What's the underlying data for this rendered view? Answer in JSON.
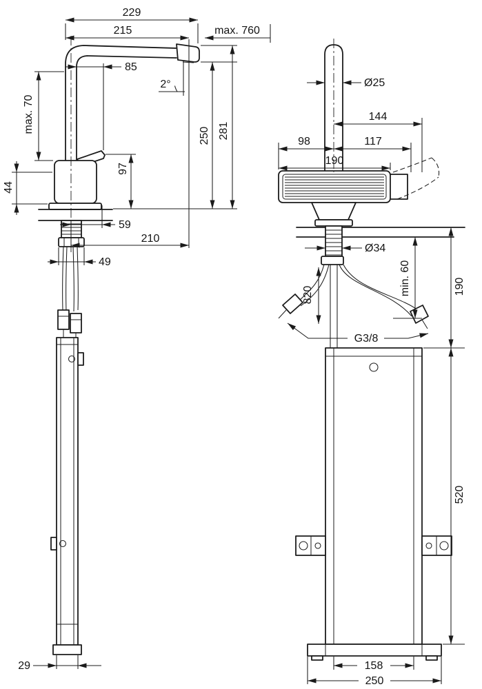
{
  "drawing": {
    "kind": "technical dimensional drawing",
    "subject": "kitchen faucet with pull-out spout and under-counter installation unit",
    "colors": {
      "line": "#1b1b1b",
      "background": "#ffffff"
    }
  },
  "side": {
    "d229": "229",
    "d215": "215",
    "dmax760": "max. 760",
    "d85": "85",
    "dangle": "2°",
    "dmax70": "max. 70",
    "d250": "250",
    "d281": "281",
    "d97": "97",
    "d44": "44",
    "d59": "59",
    "d210": "210",
    "d49": "49",
    "d29": "29"
  },
  "front": {
    "d25": "Ø25",
    "d144": "144",
    "d98": "98",
    "d117": "117",
    "d190": "190",
    "d34": "Ø34",
    "d820": "820",
    "dmin60": "min. 60",
    "d190r": "190",
    "dthread": "G3/8",
    "d520": "520",
    "d158": "158",
    "d250": "250"
  }
}
